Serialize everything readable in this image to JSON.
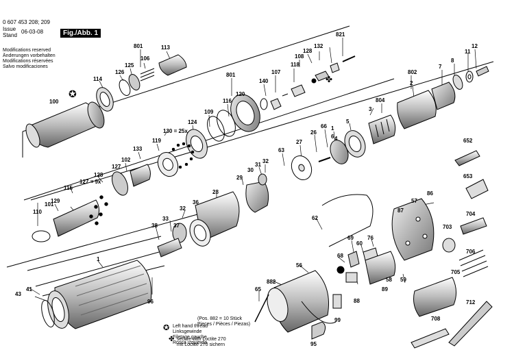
{
  "header": {
    "part_number": "0 607 453 208; 209",
    "issue_label": "Issue",
    "stand_label": "Stand",
    "issue_date": "06-03-08",
    "figure_label": "Fig./Abb. 1"
  },
  "modifications": [
    "Modifications reserved",
    "Änderungen vorbehalten",
    "Modifications réservées",
    "Salvo modificaciones"
  ],
  "legend": {
    "left_hand": [
      "Left hand thread",
      "Linksgewinde",
      "Filetage gauche",
      "Rosca izquierda"
    ],
    "pos_note": [
      "(Pos. 882 = 10 Stück",
      "Pieces / Pièces / Piezas)"
    ],
    "loctite": [
      "secure with Loctite 270",
      "mit Loctite 270 sichern"
    ]
  },
  "labels": [
    "100",
    "114",
    "126",
    "125",
    "801",
    "106",
    "113",
    "108",
    "128",
    "132",
    "821",
    "12",
    "11",
    "8",
    "7",
    "802",
    "2",
    "804",
    "3",
    "1",
    "5",
    "6",
    "66",
    "26",
    "27",
    "63",
    "4",
    "801",
    "107",
    "118",
    "140",
    "120",
    "116",
    "109",
    "124",
    "130 = 25x",
    "119",
    "133",
    "102",
    "127",
    "128",
    "115",
    "127 = 9x",
    "101",
    "129",
    "110",
    "32",
    "31",
    "30",
    "29",
    "28",
    "36",
    "32",
    "33",
    "37",
    "38",
    "62",
    "57",
    "86",
    "87",
    "652",
    "653",
    "703",
    "704",
    "706",
    "705",
    "708",
    "712",
    "68",
    "69",
    "60",
    "76",
    "56",
    "58",
    "59",
    "89",
    "882",
    "65",
    "88",
    "99",
    "95",
    "1",
    "41",
    "43",
    "96"
  ]
}
